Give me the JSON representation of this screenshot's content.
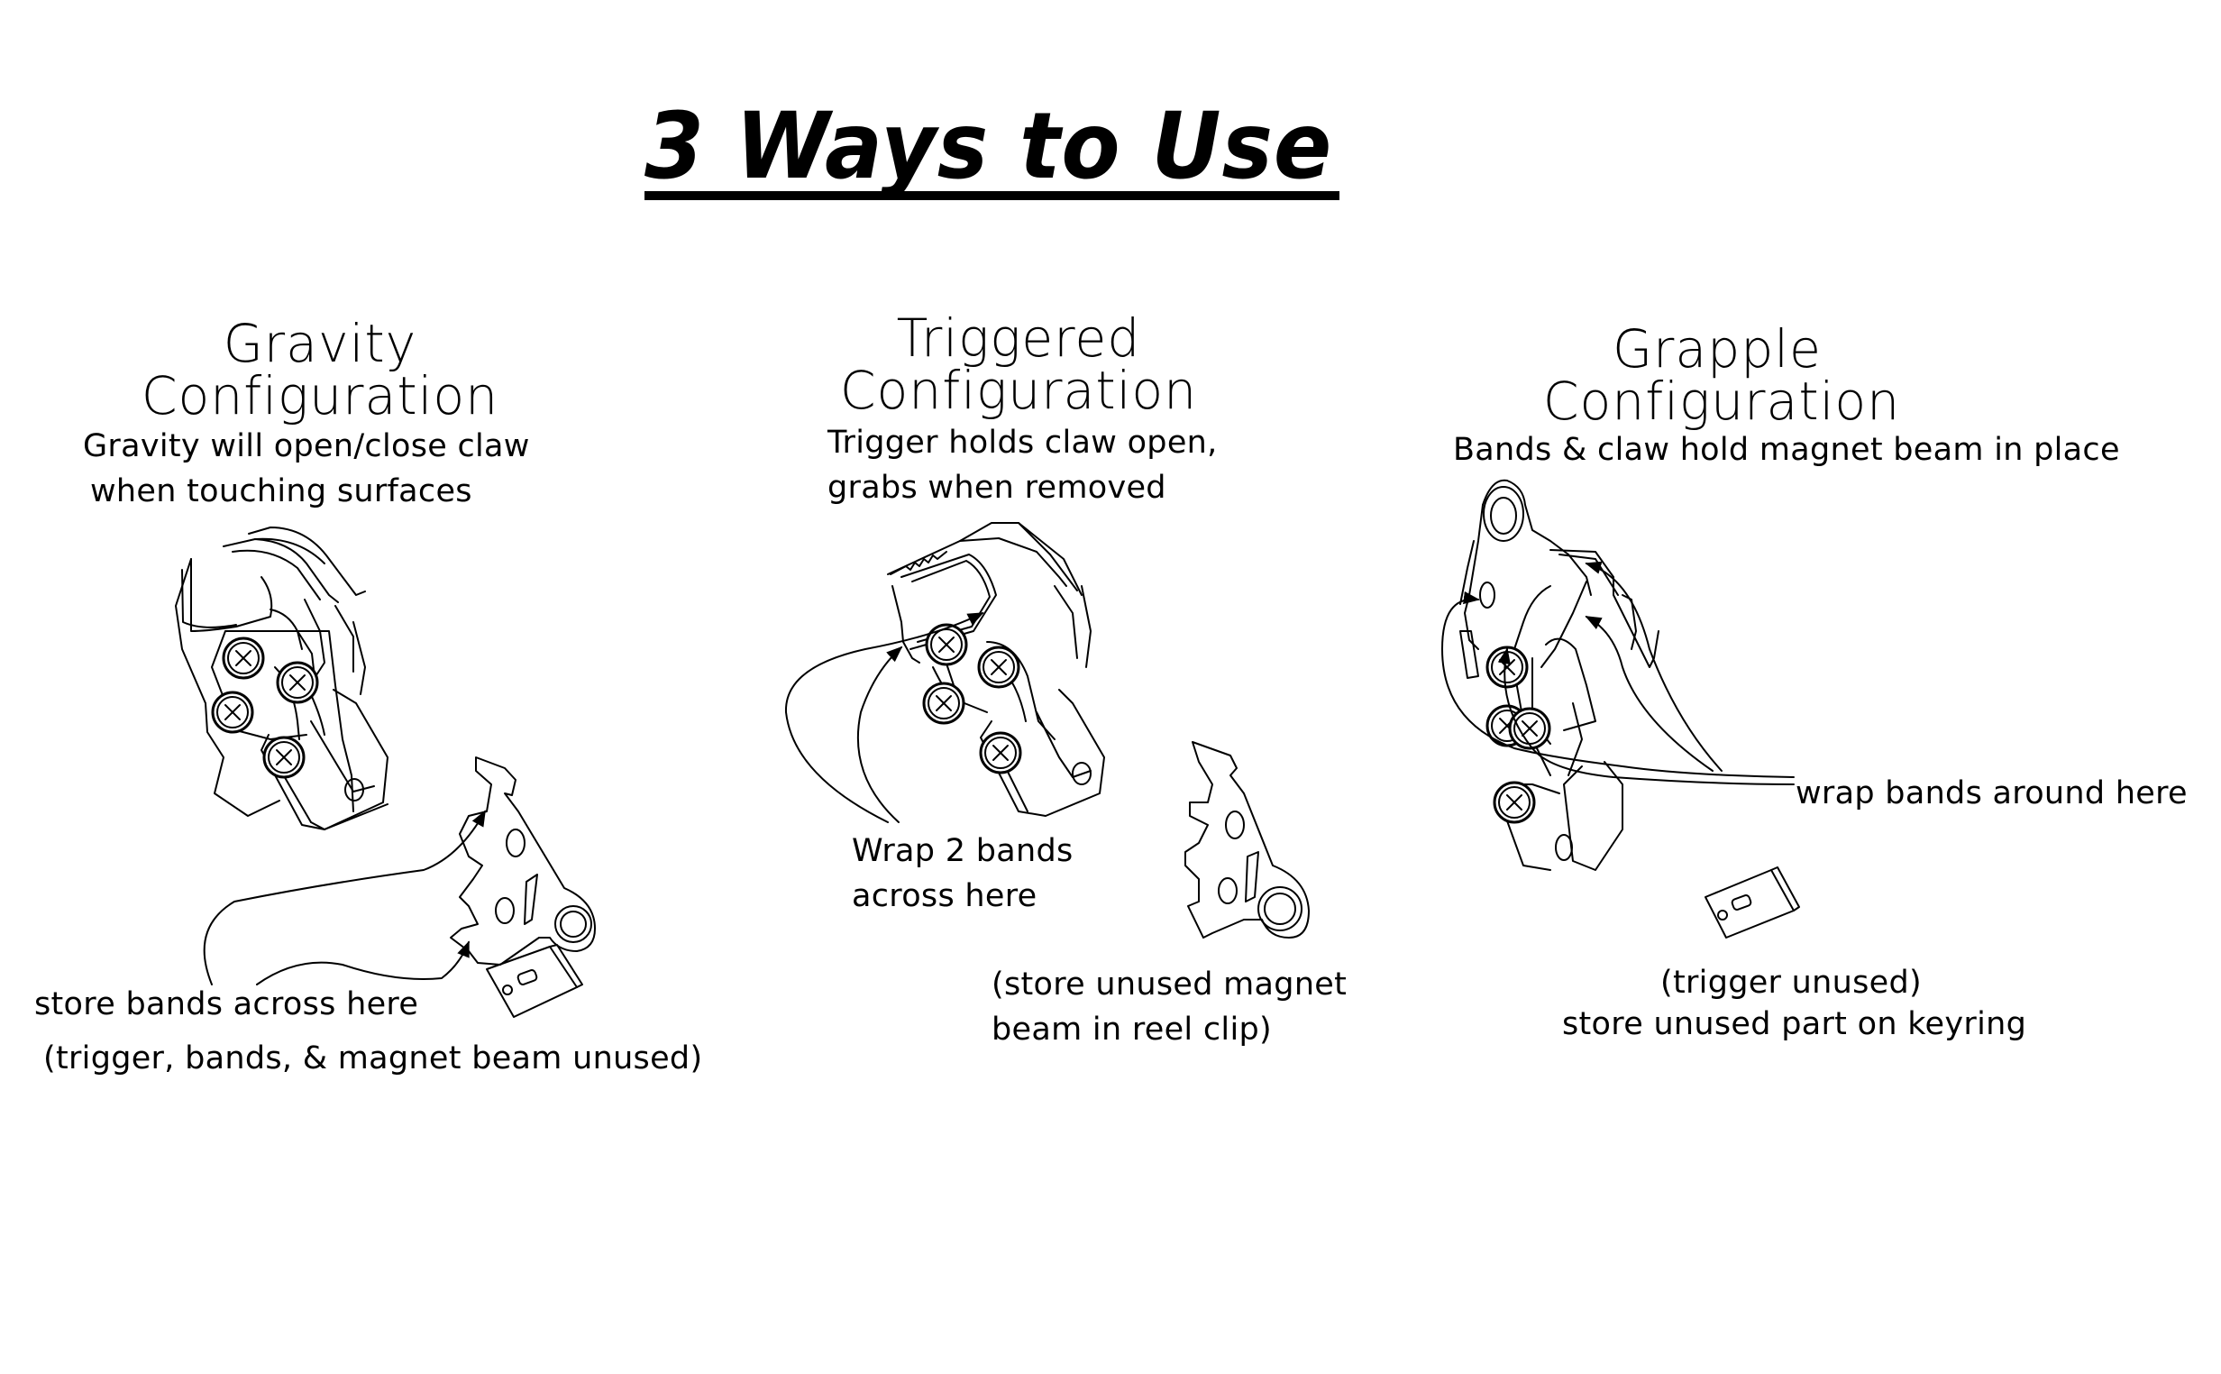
{
  "page": {
    "title": "3 Ways to Use"
  },
  "configurations": [
    {
      "id": "gravity",
      "title_line1": "Gravity",
      "title_line2": "Configuration",
      "description_line1": "Gravity will open/close claw",
      "description_line2": "when touching surfaces",
      "callout": "store bands across here",
      "note": "(trigger, bands, & magnet beam unused)",
      "parts_shown": [
        "claw-assembly",
        "magnet-beam",
        "trigger"
      ]
    },
    {
      "id": "triggered",
      "title_line1": "Triggered",
      "title_line2": "Configuration",
      "description_line1": "Trigger holds claw open,",
      "description_line2": "grabs when removed",
      "callout_line1": "Wrap 2 bands",
      "callout_line2": "across here",
      "note_line1": "(store unused magnet",
      "note_line2": "beam in reel clip)",
      "parts_shown": [
        "claw-assembly-with-trigger",
        "magnet-beam"
      ]
    },
    {
      "id": "grapple",
      "title_line1": "Grapple",
      "title_line2": "Configuration",
      "description_line1": "Bands & claw hold magnet beam in place",
      "callout": "wrap bands around here",
      "note_line1": "(trigger unused)",
      "note_line2": "store unused part on keyring",
      "parts_shown": [
        "claw-with-magnet-beam",
        "trigger"
      ]
    }
  ],
  "colors": {
    "background": "#ffffff",
    "ink": "#000000"
  }
}
